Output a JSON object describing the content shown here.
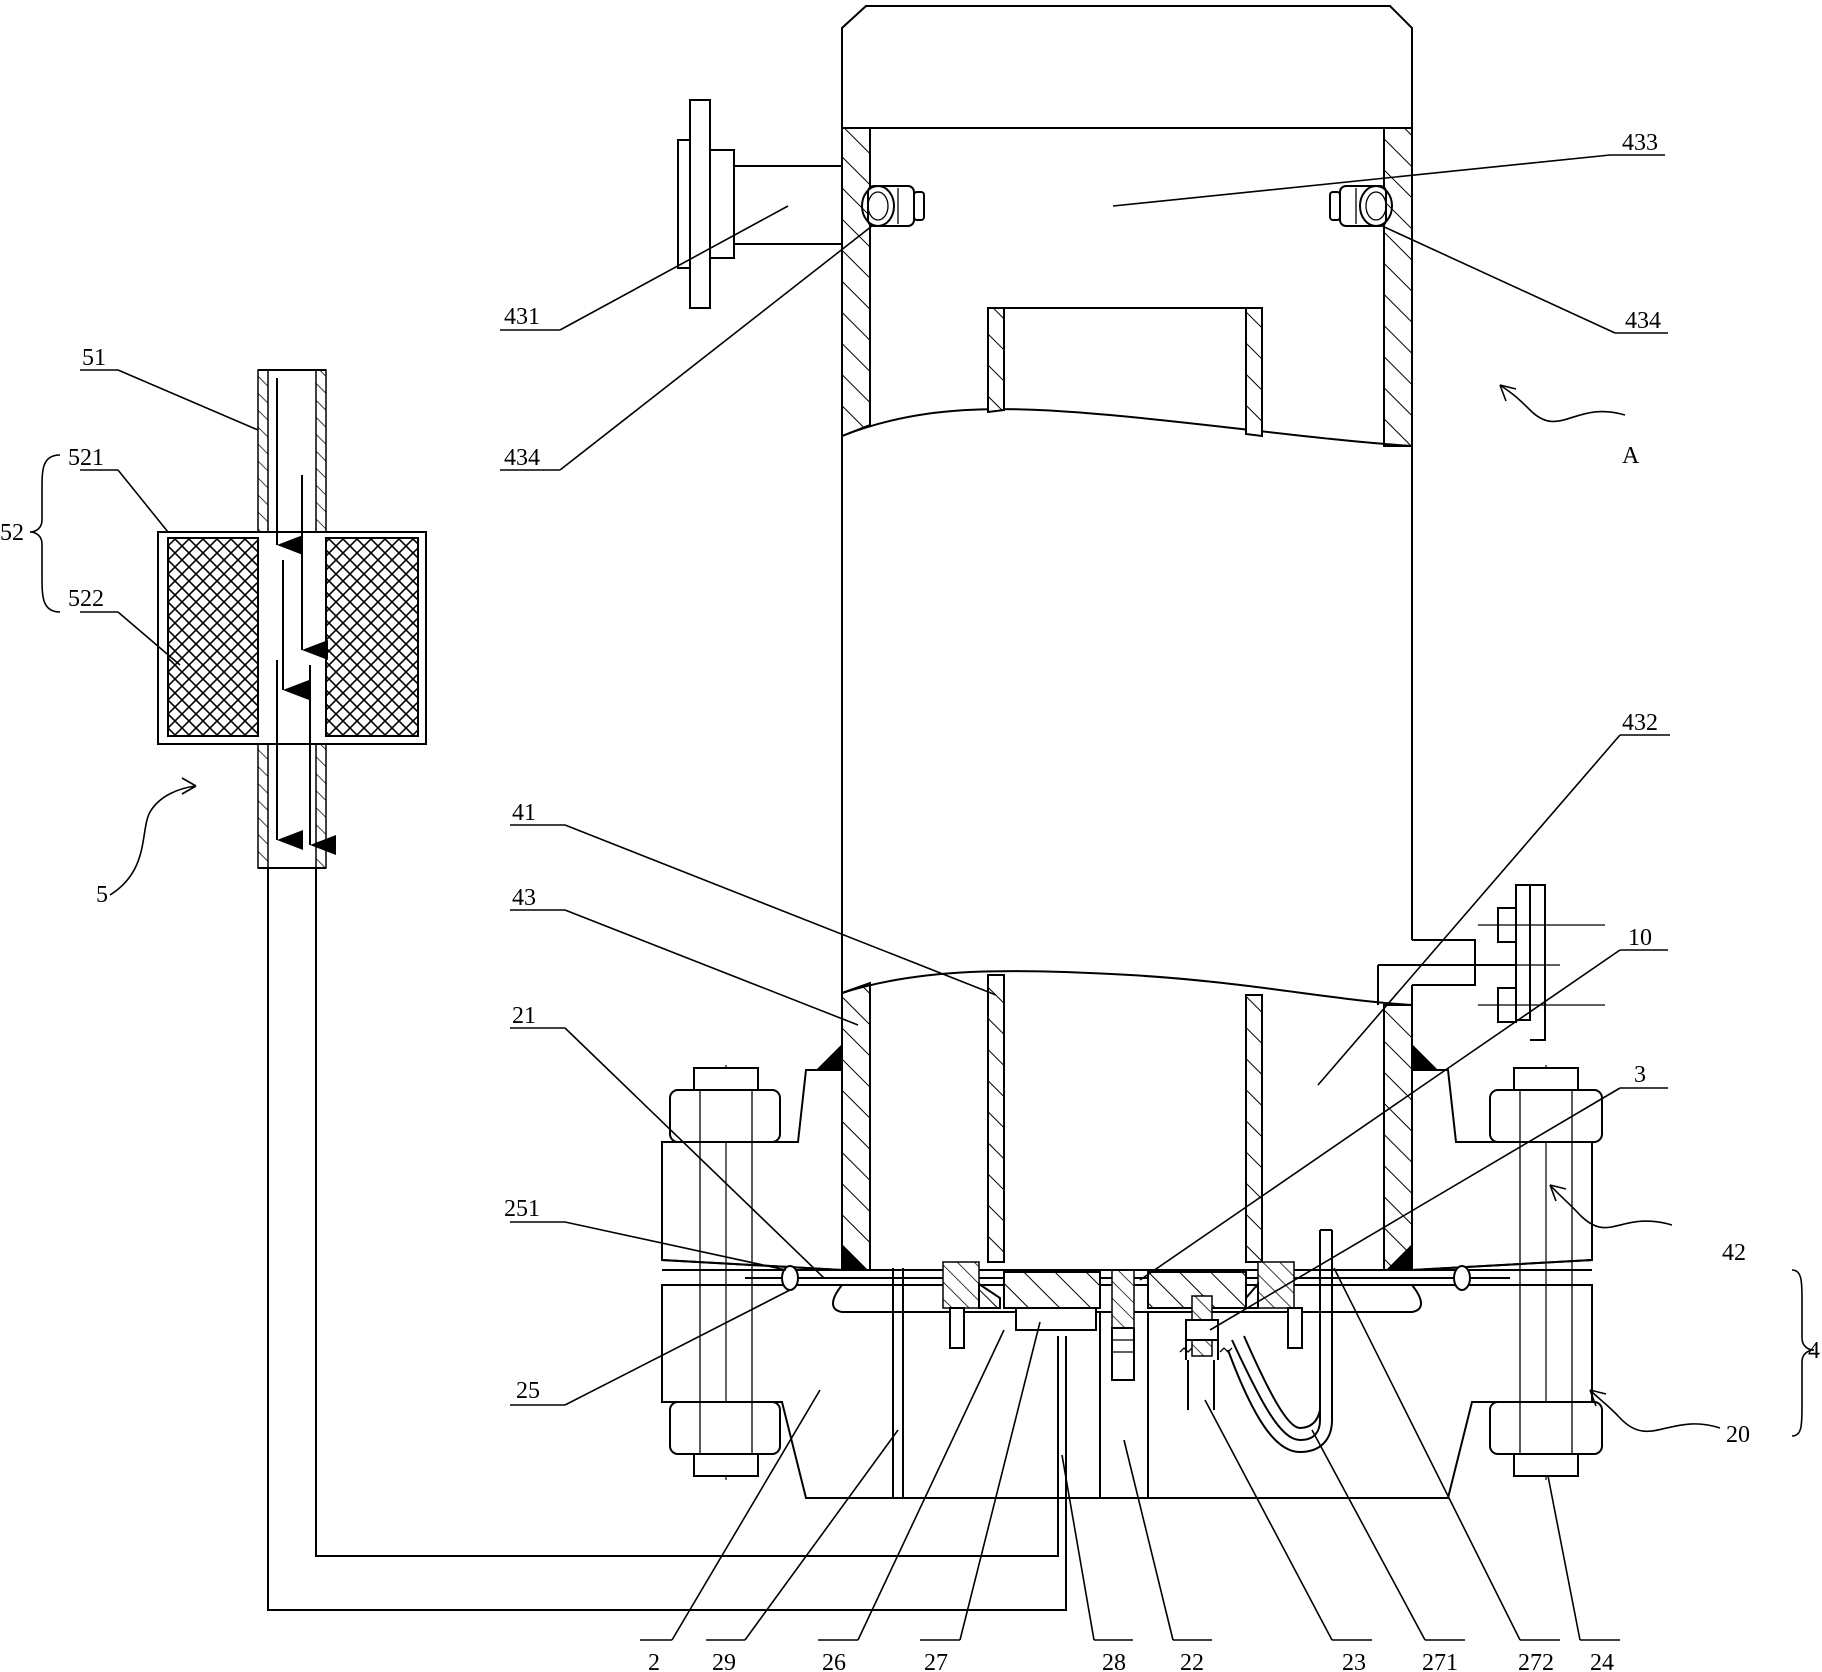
{
  "labels": {
    "l433": "433",
    "l431": "431",
    "l434a": "434",
    "l434b": "434",
    "lA": "A",
    "l51": "51",
    "l521": "521",
    "l52": "52",
    "l522": "522",
    "l5": "5",
    "l432": "432",
    "l41": "41",
    "l10": "10",
    "l43": "43",
    "l21": "21",
    "l3": "3",
    "l251": "251",
    "l42": "42",
    "l4": "4",
    "l25": "25",
    "l20": "20",
    "l2": "2",
    "l29": "29",
    "l26": "26",
    "l27": "27",
    "l28": "28",
    "l22": "22",
    "l23": "23",
    "l271": "271",
    "l272": "272",
    "l24": "24"
  }
}
